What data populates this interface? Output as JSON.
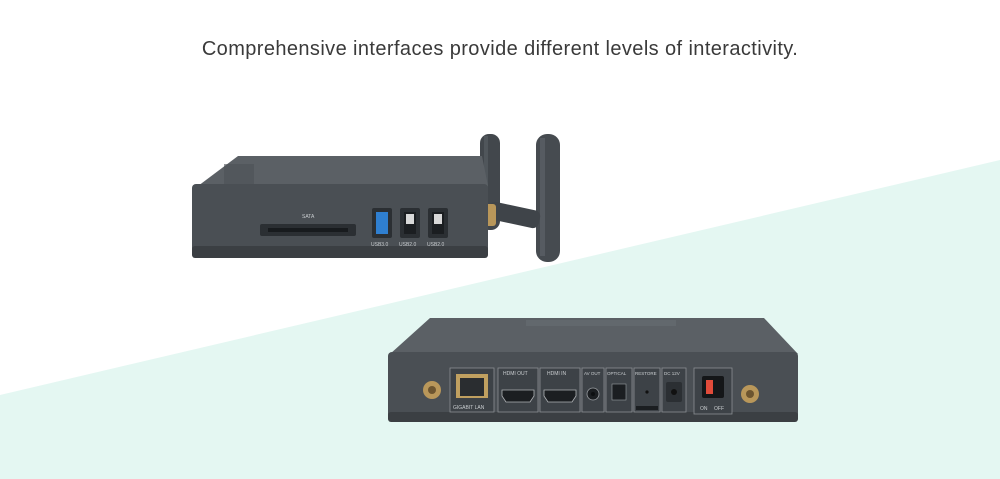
{
  "headline": "Comprehensive interfaces provide different levels of interactivity.",
  "colors": {
    "background": "#ffffff",
    "accent_band": "#e4f7f2",
    "device_body": "#4b5055",
    "device_top": "#585d62",
    "port_label": "#c9cdd0",
    "usb3_blue": "#2f7fd0"
  },
  "front_panel": {
    "sata_label": "SATA",
    "usb_labels": [
      "USB3.0",
      "USB2.0",
      "USB2.0"
    ]
  },
  "rear_panel": {
    "port_labels": [
      "GIGABIT LAN",
      "HDMI OUT",
      "HDMI IN",
      "AV OUT",
      "OPTICAL",
      "RESTORE",
      "DC 12V"
    ],
    "switch_labels": [
      "ON",
      "OFF"
    ]
  }
}
